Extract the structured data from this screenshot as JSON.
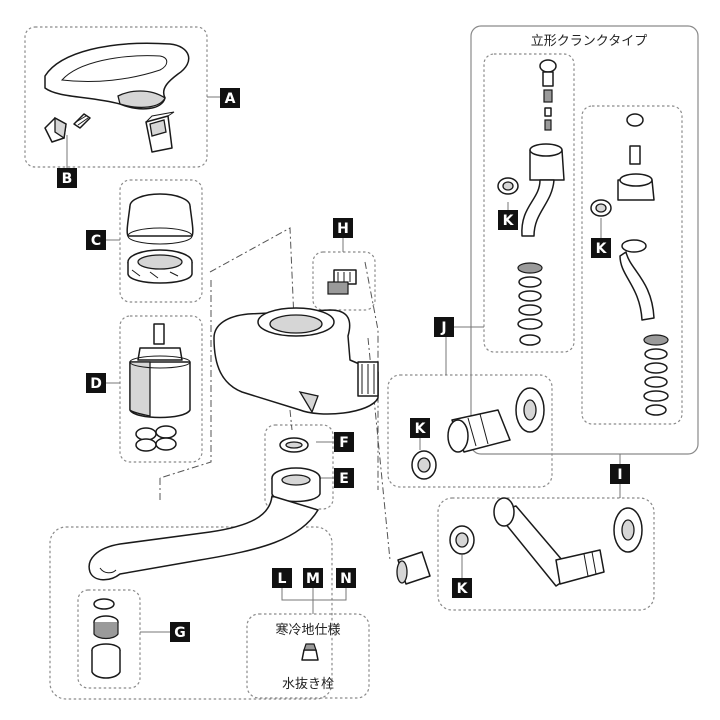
{
  "captions": {
    "crank_type": "立形クランクタイプ",
    "cold_region": "寒冷地仕様",
    "drain_plug": "水抜き栓"
  },
  "labels": {
    "A": "A",
    "B": "B",
    "C": "C",
    "D": "D",
    "E": "E",
    "F": "F",
    "G": "G",
    "H": "H",
    "I": "I",
    "J": "J",
    "K1": "K",
    "K2": "K",
    "K3": "K",
    "K4": "K",
    "L": "L",
    "M": "M",
    "N": "N"
  },
  "colors": {
    "label_bg": "#111111",
    "label_text": "#ffffff",
    "line": "#1a1a1a",
    "box": "#8a8a8a"
  }
}
